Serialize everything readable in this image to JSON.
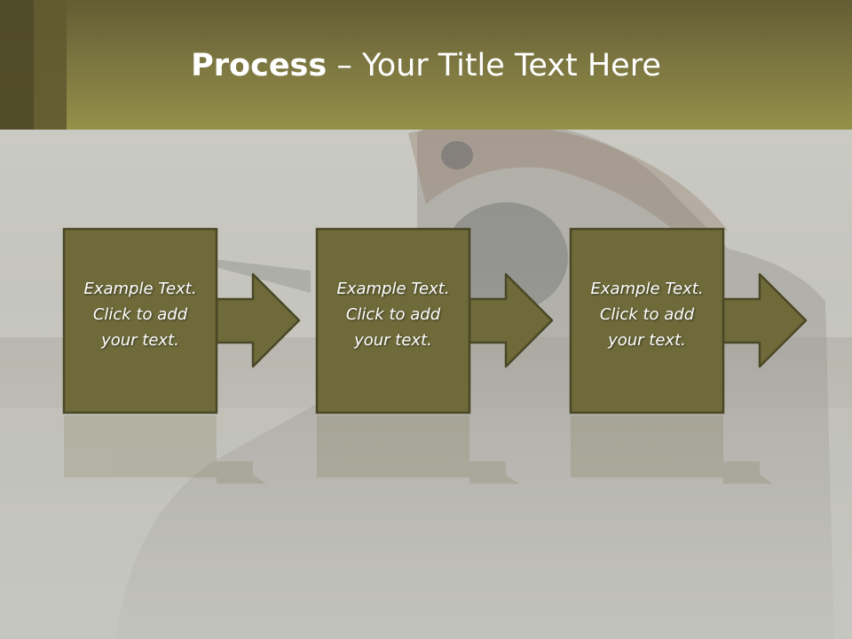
{
  "slide": {
    "title_bold": "Process",
    "title_rest": " – Your Title Text Here"
  },
  "steps": [
    {
      "lines": [
        "Example Text.",
        "Click  to add",
        "your text."
      ]
    },
    {
      "lines": [
        "Example Text.",
        "Click  to add",
        "your text."
      ]
    },
    {
      "lines": [
        "Example Text.",
        "Click  to add",
        "your text."
      ]
    }
  ],
  "colors": {
    "header": "#7a7440",
    "box_fill": "#6e6a3a",
    "box_border": "#4a4726",
    "title_text": "#ffffff"
  }
}
